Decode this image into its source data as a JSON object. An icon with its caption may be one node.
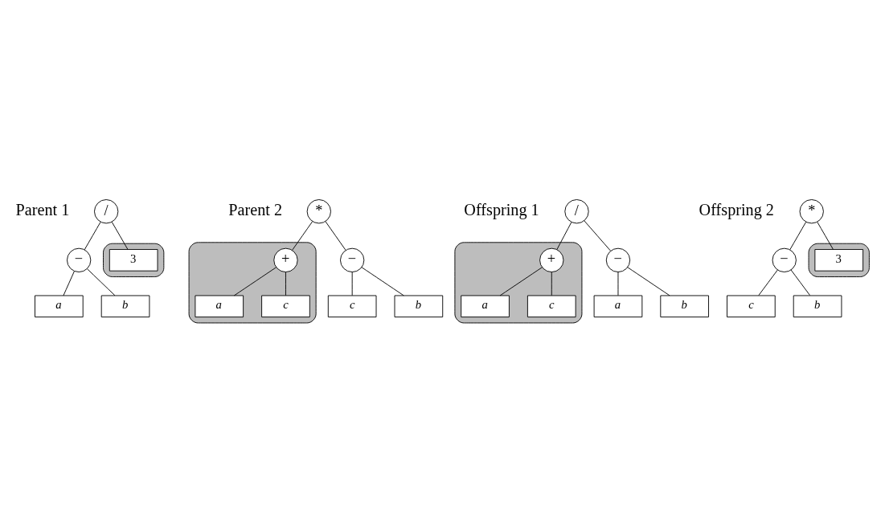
{
  "diagram": {
    "nodes": [
      {
        "text": [
          "/"
        ],
        "beside": [
          "Parent 1"
        ]
      },
      {
        "text": [
          "−"
        ]
      },
      {
        "text": [],
        "shape": "ellipse"
      },
      {
        "text": [
          "3"
        ],
        "in": 2
      },
      {
        "text": [
          "a"
        ]
      },
      {
        "text": [
          "b"
        ]
      },
      {
        "text": [
          "*"
        ],
        "beside": [
          "Parent 2"
        ]
      },
      {
        "text": [
          "−"
        ]
      },
      {
        "text": [],
        "shape": "ellipse"
      },
      {
        "text": [
          "+"
        ],
        "in": 8
      },
      {
        "text": [
          "c"
        ]
      },
      {
        "text": [
          "b"
        ]
      },
      {
        "text": [
          "a"
        ],
        "in": 8
      },
      {
        "text": [
          "c"
        ],
        "in": 8
      },
      {
        "text": [
          "/"
        ],
        "beside": [
          "Offspring 1"
        ]
      },
      {
        "text": [
          "−"
        ]
      },
      {
        "text": [],
        "shape": "ellipse"
      },
      {
        "text": [
          "+"
        ],
        "in": 16
      },
      {
        "text": [
          "a"
        ]
      },
      {
        "text": [
          "b"
        ]
      },
      {
        "text": [
          "a"
        ],
        "in": 16
      },
      {
        "text": [
          "c"
        ],
        "in": 16
      },
      {
        "text": [
          "*"
        ],
        "beside": [
          "Offspring 2"
        ]
      },
      {
        "text": [
          "−"
        ]
      },
      {
        "text": [],
        "shape": "ellipse"
      },
      {
        "text": [
          "3"
        ],
        "in": 24
      },
      {
        "text": [
          "c"
        ]
      },
      {
        "text": [
          "b"
        ]
      }
    ],
    "edges": [
      {
        "from": 0,
        "to": 1,
        "arrow": "none"
      },
      {
        "from": 0,
        "to": 3,
        "arrow": "none"
      },
      {
        "from": 1,
        "to": 4,
        "arrow": "none"
      },
      {
        "from": 1,
        "to": 5,
        "arrow": "none"
      },
      {
        "from": 6,
        "to": 7,
        "arrow": "none"
      },
      {
        "from": 6,
        "to": 9,
        "arrow": "none"
      },
      {
        "from": 7,
        "to": 10,
        "arrow": "none"
      },
      {
        "from": 7,
        "to": 11,
        "arrow": "none"
      },
      {
        "from": 9,
        "to": 12,
        "arrow": "none"
      },
      {
        "from": 9,
        "to": 13,
        "arrow": "none"
      },
      {
        "from": 14,
        "to": 15,
        "arrow": "none"
      },
      {
        "from": 14,
        "to": 17,
        "arrow": "none"
      },
      {
        "from": 15,
        "to": 18,
        "arrow": "none"
      },
      {
        "from": 15,
        "to": 19,
        "arrow": "none"
      },
      {
        "from": 17,
        "to": 20,
        "arrow": "none"
      },
      {
        "from": 17,
        "to": 21,
        "arrow": "none"
      },
      {
        "from": 22,
        "to": 23,
        "arrow": "none"
      },
      {
        "from": 22,
        "to": 25,
        "arrow": "none"
      },
      {
        "from": 23,
        "to": 26,
        "arrow": "none"
      },
      {
        "from": 23,
        "to": 27,
        "arrow": "none"
      }
    ]
  }
}
